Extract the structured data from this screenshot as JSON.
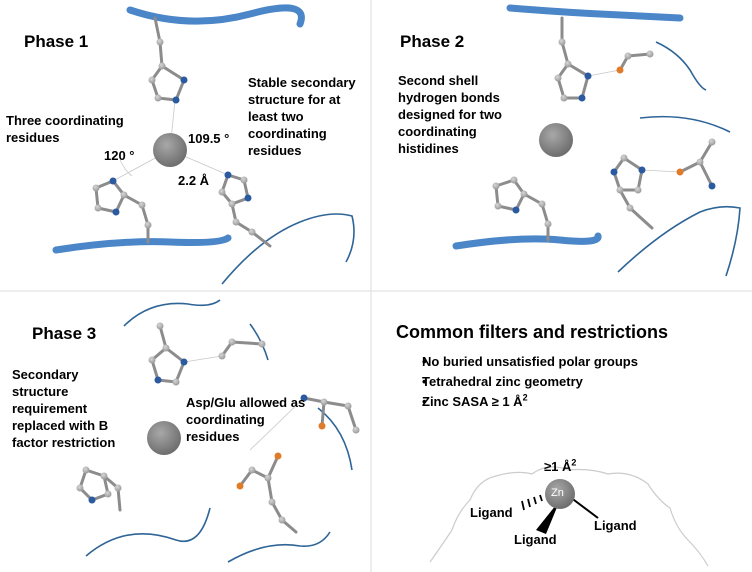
{
  "panels": {
    "phase1": {
      "title": "Phase 1",
      "label_coord": "Three coordinating\nresidues",
      "label_secondary": "Stable secondary\nstructure for at\nleast two\ncoordinating\nresidues",
      "angle_a": "109.5 °",
      "angle_b": "120 °",
      "distance": "2.2 Å"
    },
    "phase2": {
      "title": "Phase 2",
      "label_hbond": "Second shell\nhydrogen bonds\ndesigned for two\ncoordinating\nhistidines"
    },
    "phase3": {
      "title": "Phase 3",
      "label_bfactor": "Secondary\nstructure\nrequirement\nreplaced with B\nfactor restriction",
      "label_aspglu": "Asp/Glu allowed as\ncoordinating\nresidues"
    },
    "filters": {
      "title": "Common filters and restrictions",
      "items": [
        "No buried unsatisfied polar groups",
        "Tetrahedral zinc geometry",
        "Zinc SASA ≥ 1 Å"
      ],
      "sasa_exponent": "2",
      "sasa_label": "≥1 Å",
      "sasa_label_exponent": "2",
      "zinc_symbol": "Zn",
      "ligand_labels": [
        "Ligand",
        "Ligand",
        "Ligand"
      ]
    }
  },
  "colors": {
    "helix_blue": "#4a86c8",
    "loop_blue": "#2e6596",
    "bond_gray": "#8c8c8c",
    "atom_gray": "#b3b3b3",
    "nitrogen_blue": "#2c5aa0",
    "oxygen_orange": "#e07b2a",
    "zinc_gray": "#7a7a7a",
    "divider": "#dcdcdc"
  }
}
